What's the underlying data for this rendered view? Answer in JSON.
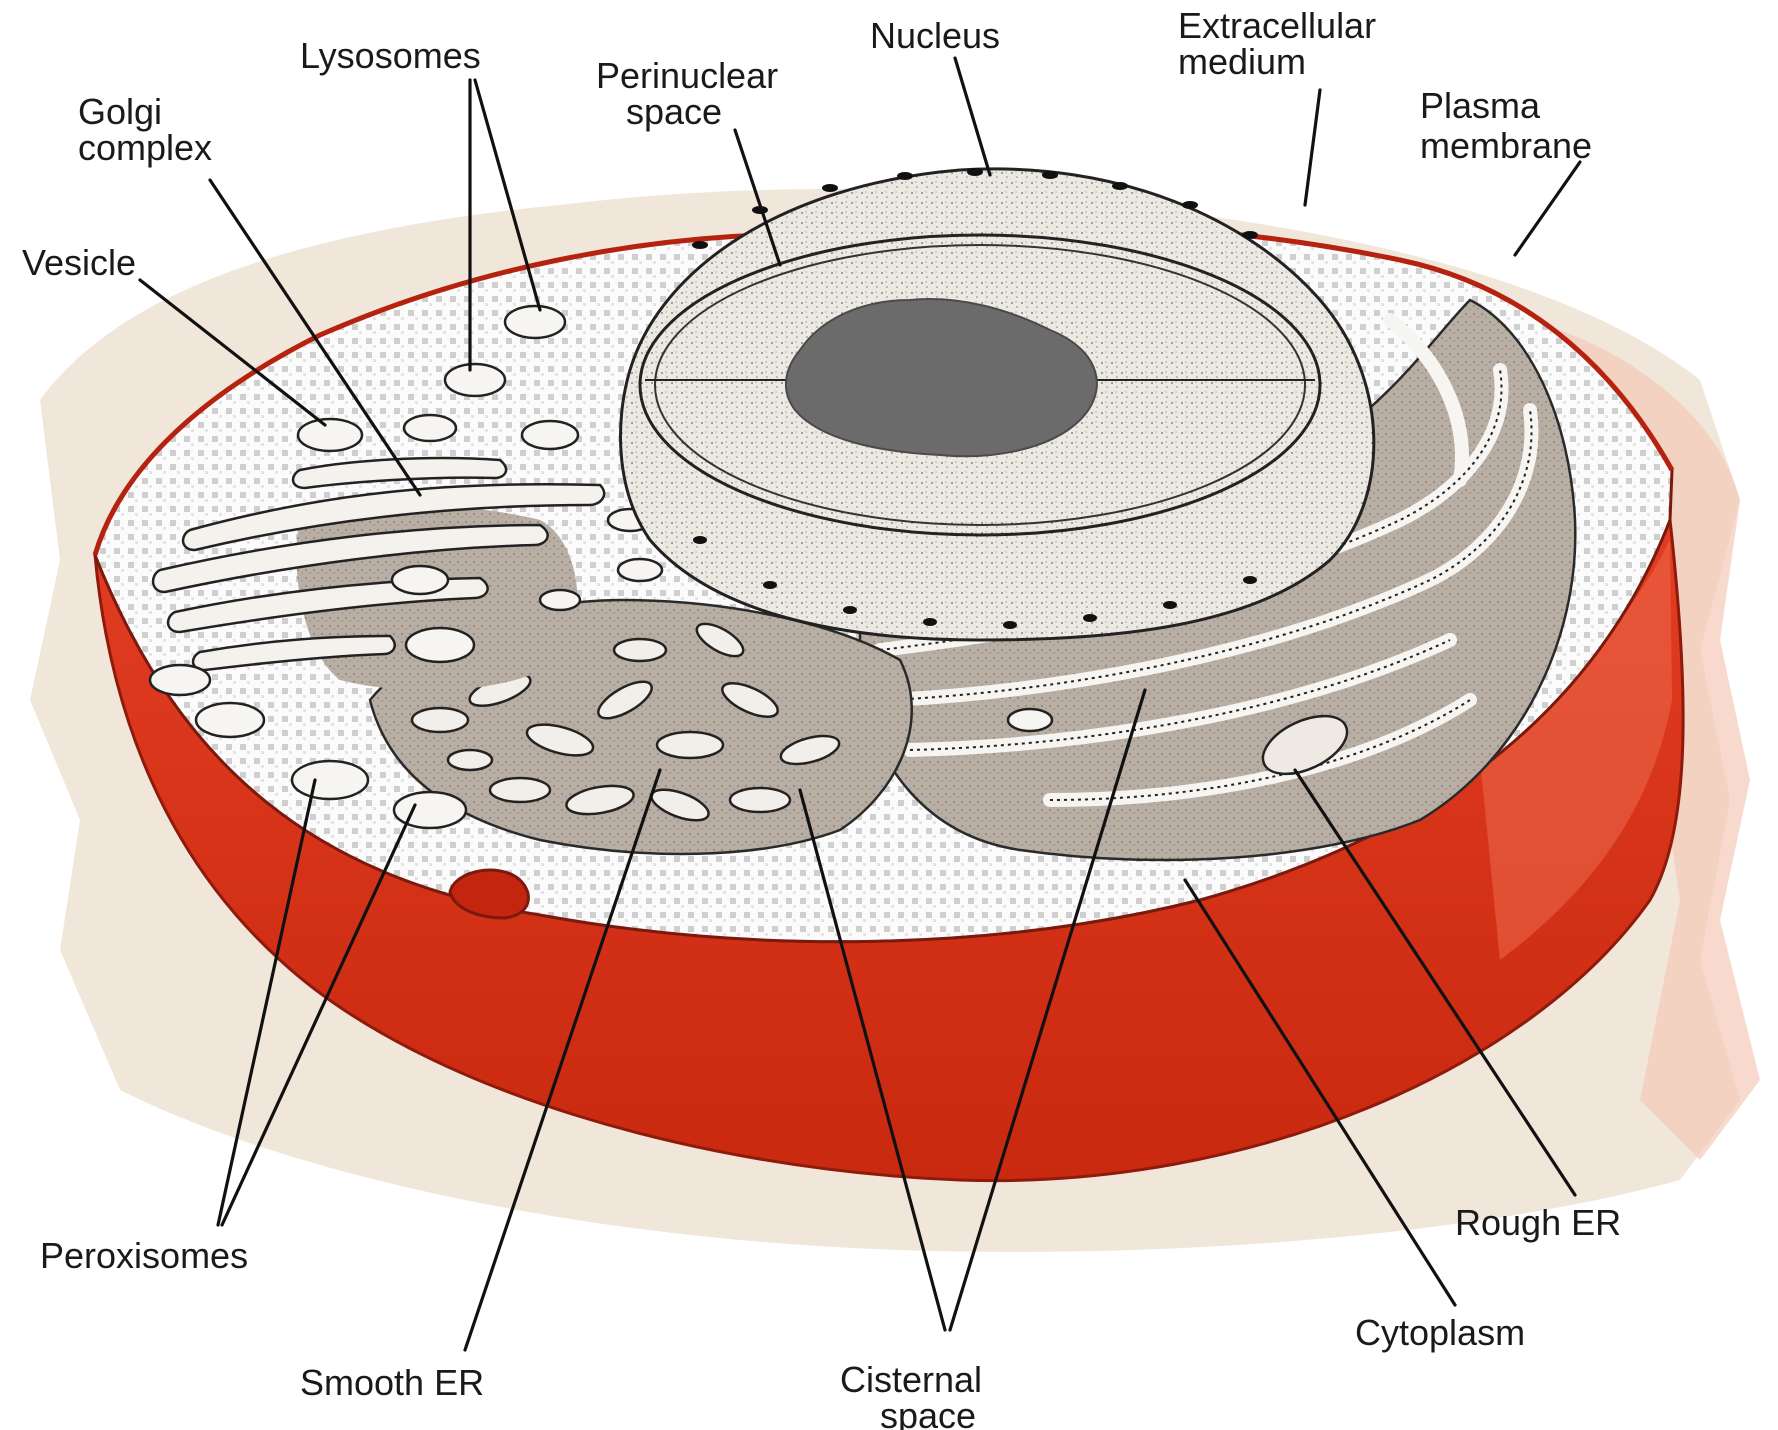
{
  "labels": {
    "lysosomes": "Lysosomes",
    "nucleus": "Nucleus",
    "extracellular_1": "Extracellular",
    "extracellular_2": "medium",
    "perinuclear_1": "Perinuclear",
    "perinuclear_2": "space",
    "golgi_1": "Golgi",
    "golgi_2": "complex",
    "plasma_1": "Plasma",
    "plasma_2": "membrane",
    "vesicle": "Vesicle",
    "peroxisomes": "Peroxisomes",
    "smooth_er": "Smooth ER",
    "cisternal_1": "Cisternal",
    "cisternal_2": "space",
    "cytoplasm": "Cytoplasm",
    "rough_er": "Rough ER"
  },
  "colors": {
    "membrane_red": "#d8331c",
    "membrane_dark": "#a61d0e",
    "background_tissue": "#efe3d6",
    "cytoplasm_grid": "#d7d7d7",
    "organelle_fill": "#b6aaa0",
    "nucleolus": "#666666"
  }
}
